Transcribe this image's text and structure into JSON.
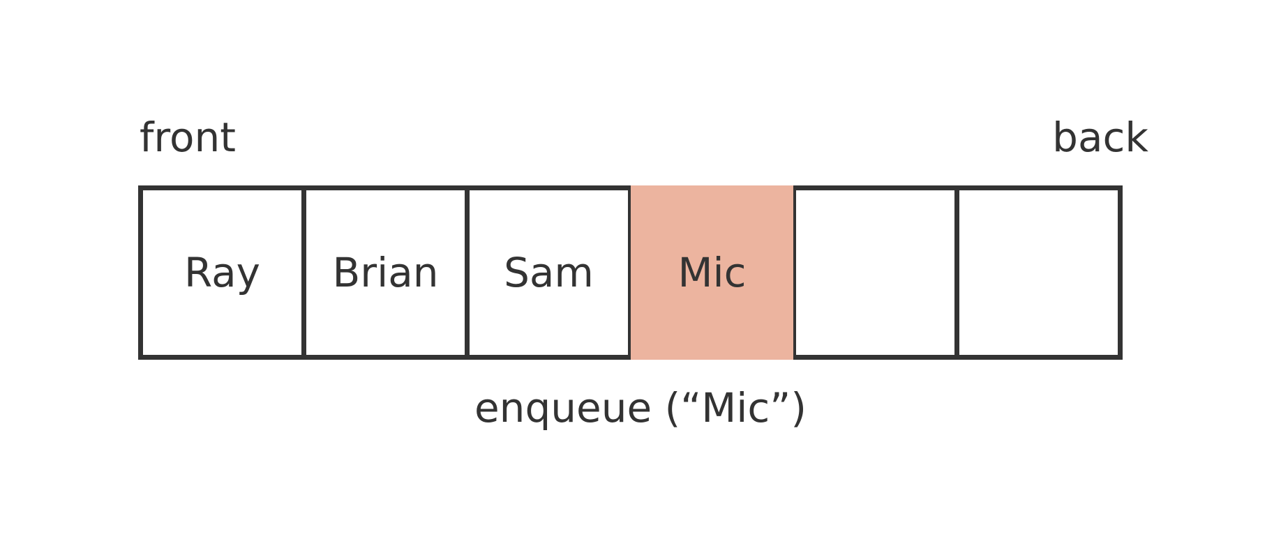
{
  "front_label": "front",
  "back_label": "back",
  "cells": [
    {
      "value": "Ray",
      "highlight": false
    },
    {
      "value": "Brian",
      "highlight": false
    },
    {
      "value": "Sam",
      "highlight": false
    },
    {
      "value": "Mic",
      "highlight": true
    },
    {
      "value": "",
      "highlight": false
    },
    {
      "value": "",
      "highlight": false
    }
  ],
  "caption": "enqueue (“Mic”)",
  "colors": {
    "stroke": "#333333",
    "highlight_fill": "#ECB49F",
    "text": "#333333"
  }
}
